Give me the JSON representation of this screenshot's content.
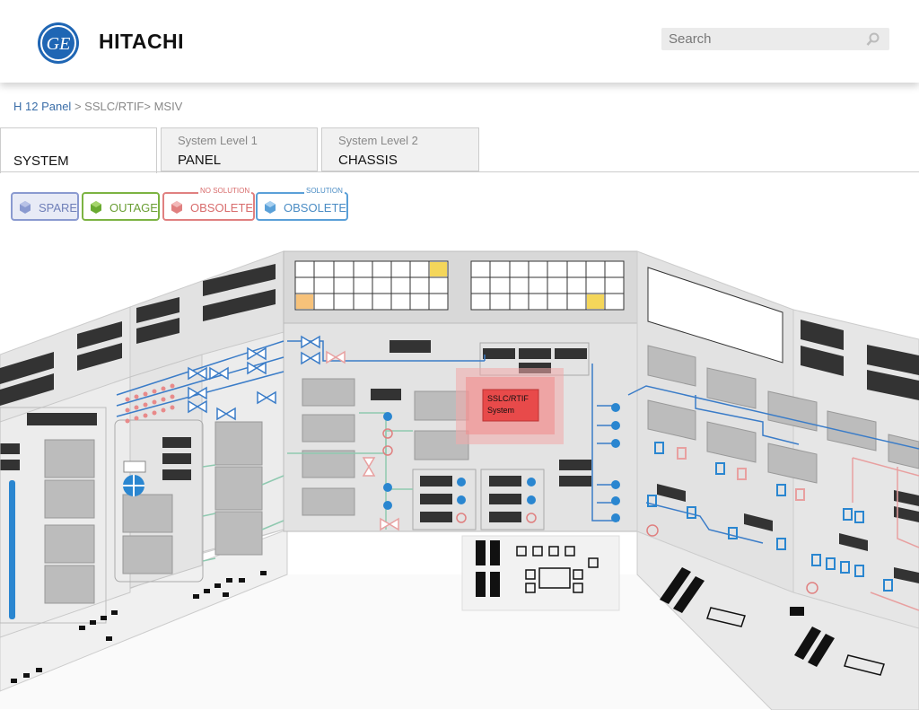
{
  "header": {
    "logo_text": "GE",
    "brand": "HITACHI",
    "search": {
      "placeholder": "Search"
    }
  },
  "breadcrumb": {
    "root": "H 12 Panel",
    "rest": " > SSLC/RTIF> MSIV"
  },
  "tabs": [
    {
      "sub": "",
      "label": "SYSTEM",
      "active": true
    },
    {
      "sub": "System Level 1",
      "label": "PANEL",
      "active": false
    },
    {
      "sub": "System Level 2",
      "label": "CHASSIS",
      "active": false
    }
  ],
  "legend": [
    {
      "label": "SPARE",
      "tag": "",
      "color": "#8a9ad0",
      "fill": "#e8ebf6"
    },
    {
      "label": "OUTAGE",
      "tag": "",
      "color": "#7cb342",
      "fill": "#ffffff"
    },
    {
      "label": "OBSOLETE",
      "tag": "NO SOLUTION",
      "color": "#e08080",
      "fill": "#ffffff"
    },
    {
      "label": "OBSOLETE",
      "tag": "SOLUTION",
      "color": "#5aa0d8",
      "fill": "#ffffff"
    }
  ],
  "highlight": {
    "line1": "SSLC/RTIF",
    "line2": "System",
    "color": "#e84a4a"
  },
  "colors": {
    "accent": "#3b6ea8",
    "pipe_blue": "#3a7cc8",
    "pipe_green": "#8fc9b0",
    "pipe_red": "#e8a0a0",
    "display_green": "#9ad04a"
  }
}
